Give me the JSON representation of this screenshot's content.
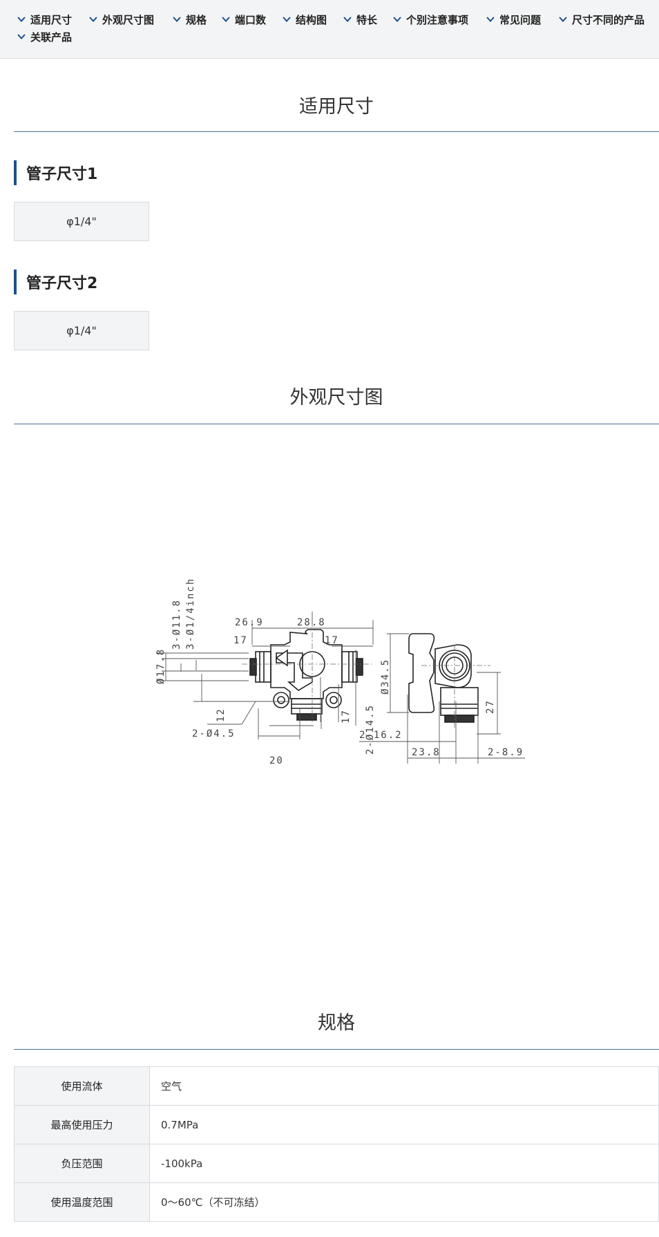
{
  "nav": {
    "items": [
      {
        "label": "适用尺寸"
      },
      {
        "label": "外观尺寸图"
      },
      {
        "label": "规格"
      },
      {
        "label": "端口数"
      },
      {
        "label": "结构图"
      },
      {
        "label": "特长"
      },
      {
        "label": "个别注意事项"
      },
      {
        "label": "常见问题"
      },
      {
        "label": "尺寸不同的产品"
      },
      {
        "label": "关联产品"
      }
    ]
  },
  "applicable_size": {
    "title": "适用尺寸",
    "tube1": {
      "heading": "管子尺寸1",
      "value": "φ1/4\""
    },
    "tube2": {
      "heading": "管子尺寸2",
      "value": "φ1/4\""
    }
  },
  "dimensions": {
    "title": "外观尺寸图",
    "labels": {
      "d1": "26.9",
      "d2": "28.8",
      "d3": "17",
      "d4": "17",
      "d5": "3-Ø11.8",
      "d6": "3-Ø1/4inch",
      "d7": "Ø17.8",
      "d8": "12",
      "d9": "2-Ø4.5",
      "d10": "17",
      "d11": "2-Ø14.5",
      "d12": "20",
      "d13": "Ø34.5",
      "d14": "27",
      "d15": "2-16.2",
      "d16": "23.8",
      "d17": "2-8.9"
    }
  },
  "spec": {
    "title": "规格",
    "rows": [
      {
        "key": "使用流体",
        "value": "空气"
      },
      {
        "key": "最高使用压力",
        "value": "0.7MPa"
      },
      {
        "key": "负压范围",
        "value": "-100kPa"
      },
      {
        "key": "使用温度范围",
        "value": "0～60℃（不可冻结）"
      }
    ]
  }
}
